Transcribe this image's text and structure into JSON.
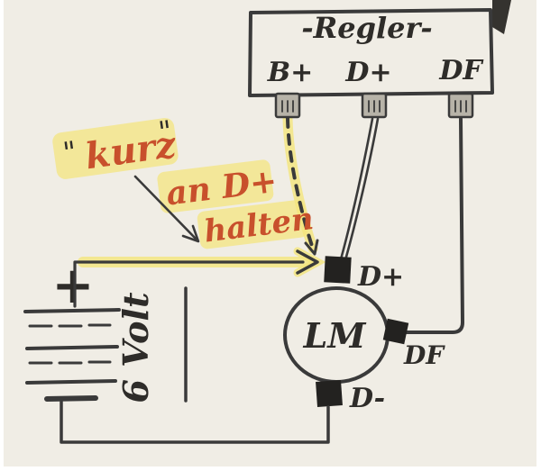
{
  "colors": {
    "paper": "#f0ede5",
    "ink": "#3a3a3a",
    "highlight": "#f4e57c",
    "accent": "#c8502c"
  },
  "regler": {
    "title": "-Regler-",
    "terminals": [
      "B+",
      "D+",
      "DF"
    ]
  },
  "lm": {
    "label": "LM",
    "terminal_top": "D+",
    "terminal_right": "DF",
    "terminal_bottom": "D-"
  },
  "battery": {
    "plus": "+",
    "label": "6 Volt"
  },
  "annotations": {
    "quote_open": "\"",
    "kurz": "kurz",
    "quote_close": "\"",
    "line1": "an D+",
    "line2": "halten"
  }
}
